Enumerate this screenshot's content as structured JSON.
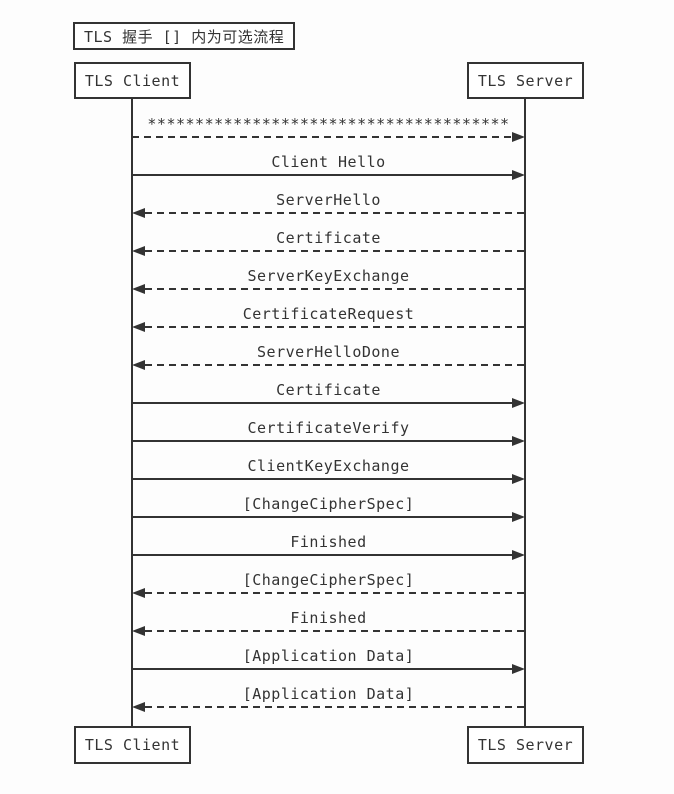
{
  "diagram": {
    "title": "TLS 握手 [] 内为可选流程",
    "line_color": "#333333",
    "background_color": "#fdfdfd",
    "actors": {
      "client": "TLS Client",
      "server": "TLS Server"
    },
    "messages": [
      {
        "label": "**************************************",
        "from": "client",
        "to": "server",
        "style": "dashed"
      },
      {
        "label": "Client Hello",
        "from": "client",
        "to": "server",
        "style": "solid"
      },
      {
        "label": "ServerHello",
        "from": "server",
        "to": "client",
        "style": "dashed"
      },
      {
        "label": "Certificate",
        "from": "server",
        "to": "client",
        "style": "dashed"
      },
      {
        "label": "ServerKeyExchange",
        "from": "server",
        "to": "client",
        "style": "dashed"
      },
      {
        "label": "CertificateRequest",
        "from": "server",
        "to": "client",
        "style": "dashed"
      },
      {
        "label": "ServerHelloDone",
        "from": "server",
        "to": "client",
        "style": "dashed"
      },
      {
        "label": "Certificate",
        "from": "client",
        "to": "server",
        "style": "solid"
      },
      {
        "label": "CertificateVerify",
        "from": "client",
        "to": "server",
        "style": "solid"
      },
      {
        "label": "ClientKeyExchange",
        "from": "client",
        "to": "server",
        "style": "solid"
      },
      {
        "label": "[ChangeCipherSpec]",
        "from": "client",
        "to": "server",
        "style": "solid"
      },
      {
        "label": "Finished",
        "from": "client",
        "to": "server",
        "style": "solid"
      },
      {
        "label": "[ChangeCipherSpec]",
        "from": "server",
        "to": "client",
        "style": "dashed"
      },
      {
        "label": "Finished",
        "from": "server",
        "to": "client",
        "style": "dashed"
      },
      {
        "label": "[Application Data]",
        "from": "client",
        "to": "server",
        "style": "solid"
      },
      {
        "label": "[Application Data]",
        "from": "server",
        "to": "client",
        "style": "dashed"
      }
    ]
  }
}
